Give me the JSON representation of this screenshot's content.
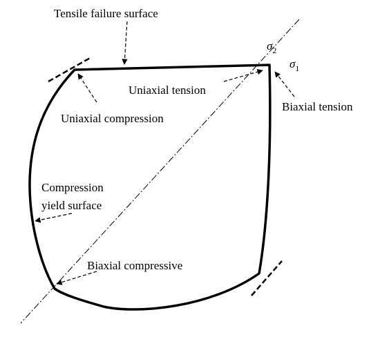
{
  "diagram": {
    "labels": {
      "tensile_failure_surface": "Tensile failure surface",
      "uniaxial_tension": "Uniaxial tension",
      "uniaxial_compression": "Uniaxial compression",
      "biaxial_tension": "Biaxial tension",
      "compression_yield_line1": "Compression",
      "compression_yield_line2": "yield surface",
      "biaxial_compressive": "Biaxial compressive"
    },
    "axes": {
      "sigma2_symbol": "σ",
      "sigma2_subscript": "2",
      "sigma1_symbol": "σ",
      "sigma1_subscript": "1"
    },
    "colors": {
      "stroke": "#000000",
      "background": "#ffffff"
    }
  }
}
